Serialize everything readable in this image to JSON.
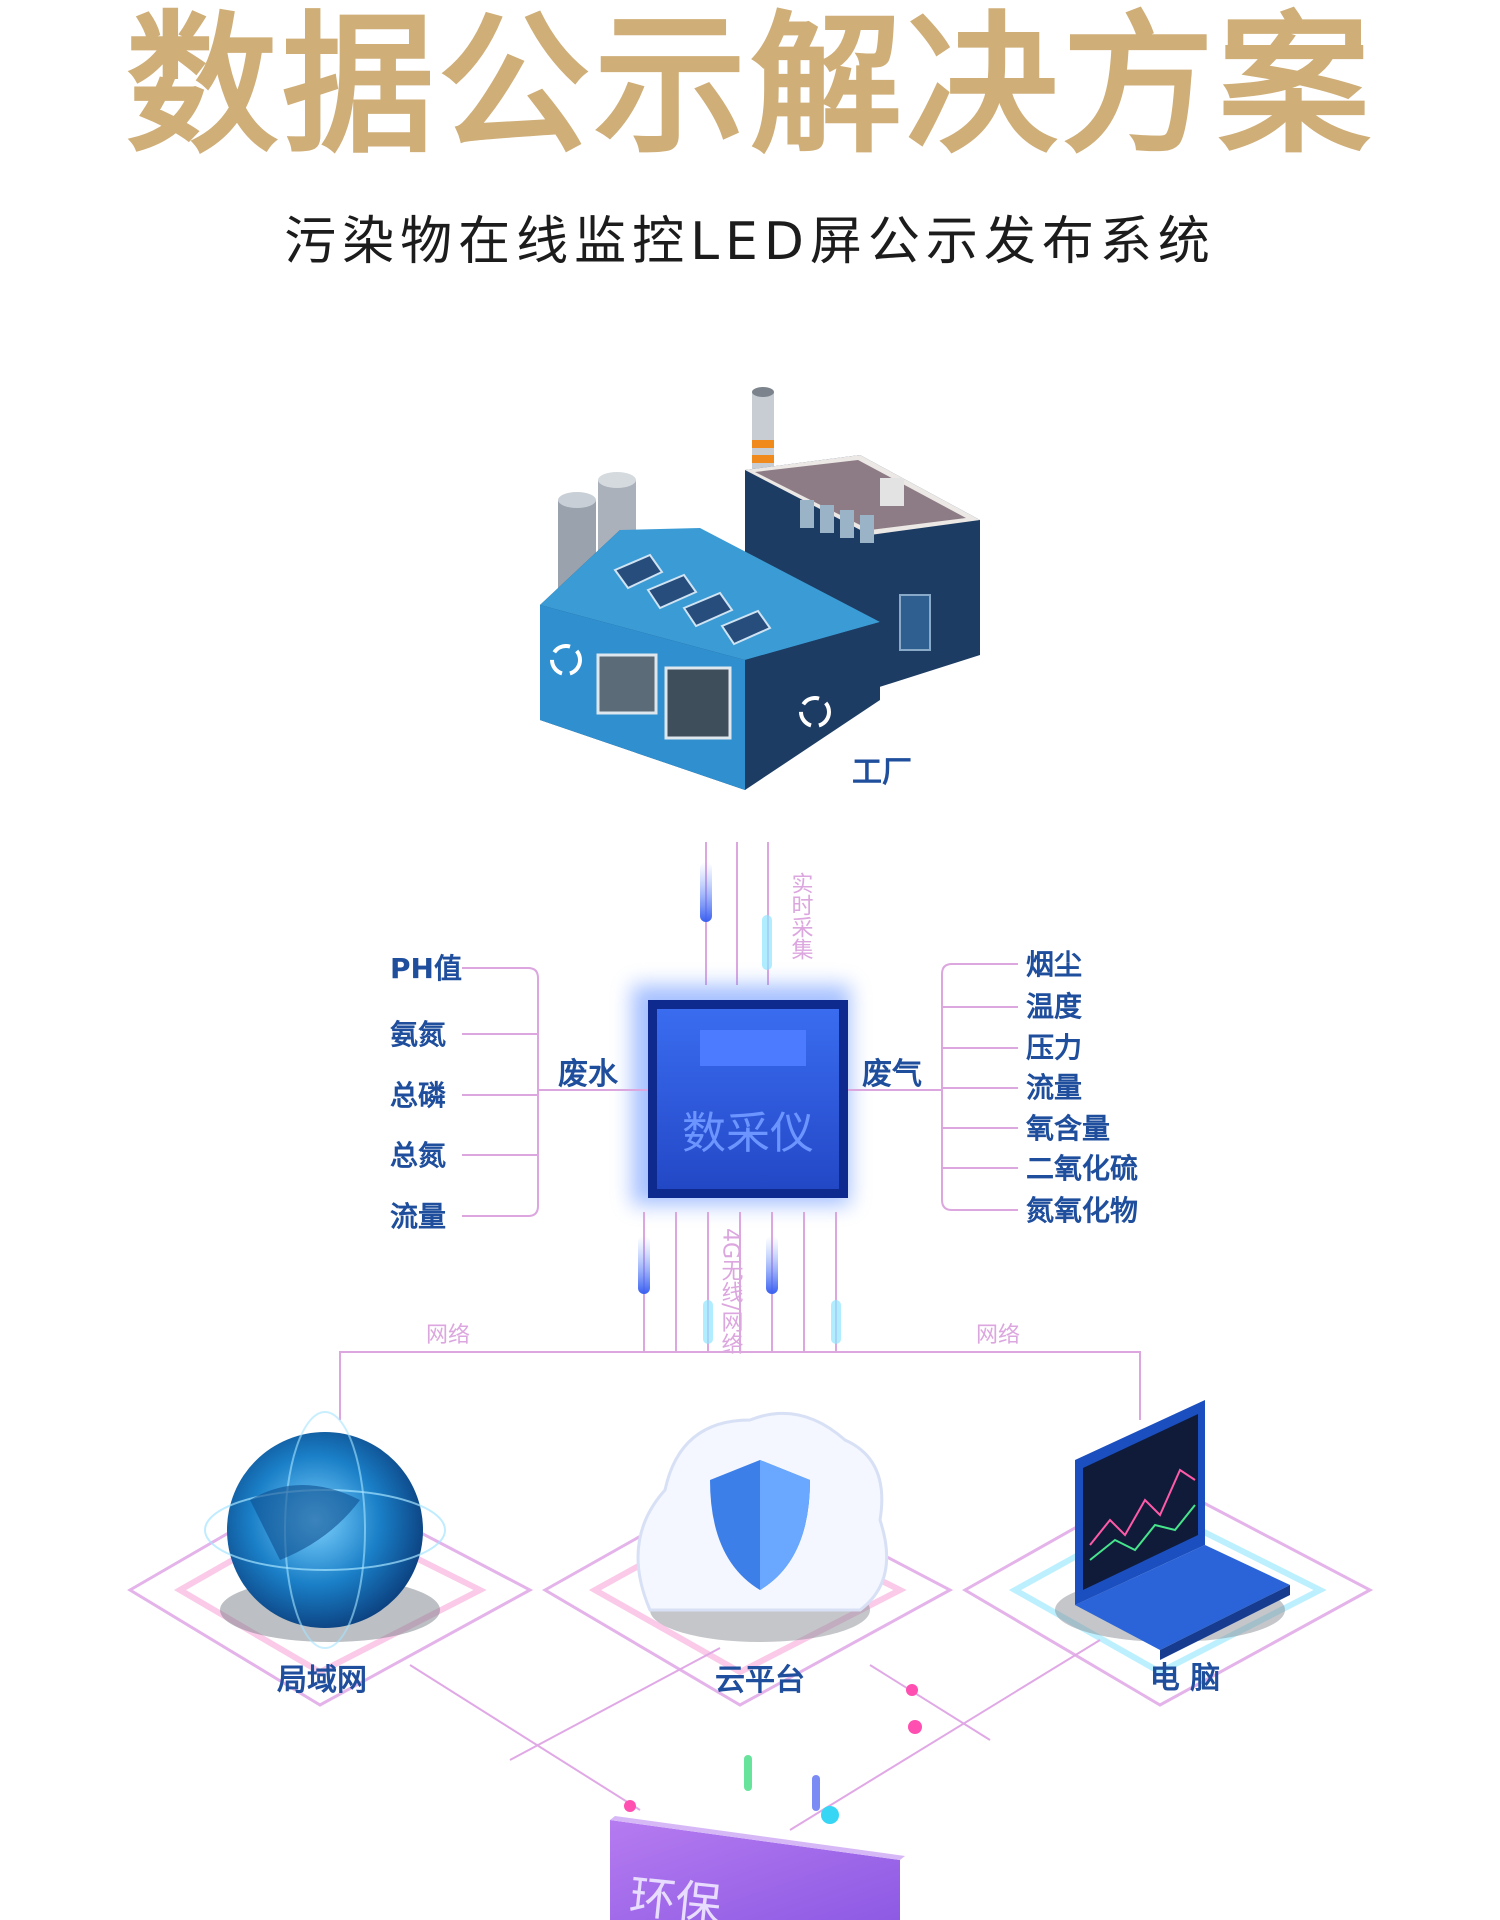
{
  "header": {
    "title": "数据公示解决方案",
    "subtitle": "污染物在线监控LED屏公示发布系统"
  },
  "factory": {
    "label": "工厂"
  },
  "collector": {
    "label": "数采仪"
  },
  "link_labels": {
    "realtime_collect": "实时采集",
    "wireless": "4G无线/网络",
    "network_left": "网络",
    "network_right": "网络"
  },
  "wastewater": {
    "label": "废水",
    "items": [
      "PH值",
      "氨氮",
      "总磷",
      "总氮",
      "流量"
    ]
  },
  "exhaust": {
    "label": "废气",
    "items": [
      "烟尘",
      "温度",
      "压力",
      "流量",
      "氧含量",
      "二氧化硫",
      "氮氧化物"
    ]
  },
  "endpoints": {
    "lan": "局域网",
    "cloud": "云平台",
    "computer": "电  脑"
  },
  "screen": {
    "label": "环保"
  },
  "colors": {
    "title_gold": "#cfae78",
    "label_blue": "#1f4e9c",
    "line_pink": "#dca6df",
    "collector_blue": "#2b56d8"
  }
}
